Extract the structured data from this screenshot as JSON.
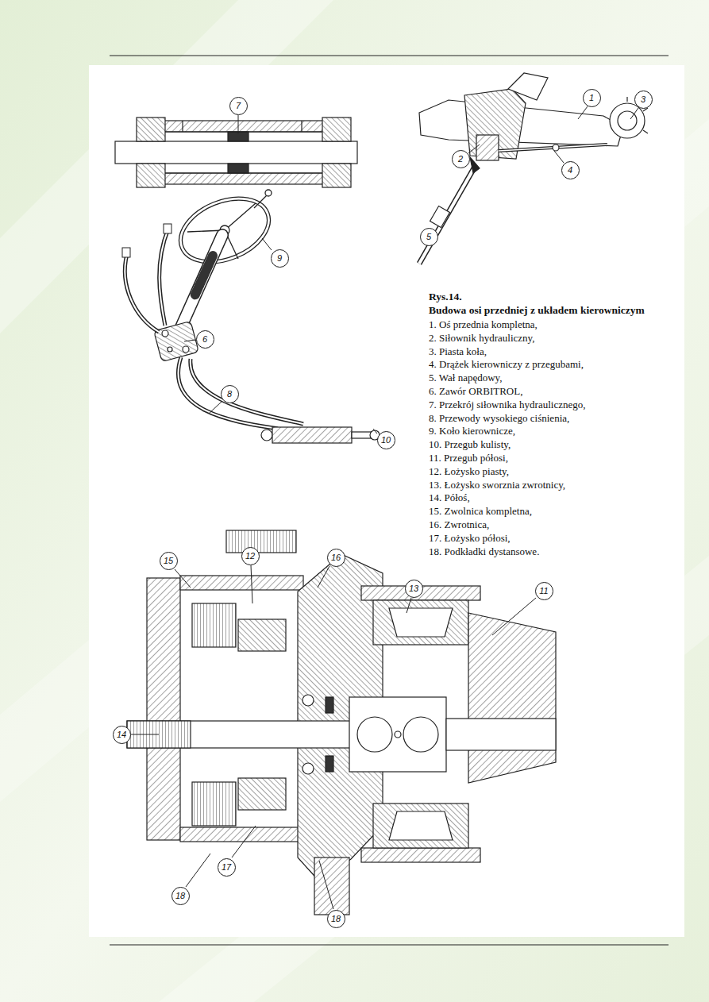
{
  "diagram": {
    "title": "Rys.14.",
    "caption": "Budowa osi przedniej z układem kierowniczym",
    "nodes": [
      {
        "text": [
          "7"
        ]
      },
      {
        "text": [
          "1"
        ]
      },
      {
        "text": [
          "3"
        ]
      },
      {
        "text": [
          "2"
        ]
      },
      {
        "text": [
          "4"
        ]
      },
      {
        "text": [
          "9"
        ]
      },
      {
        "text": [
          "5"
        ]
      },
      {
        "text": [
          "6"
        ]
      },
      {
        "text": [
          "8"
        ]
      },
      {
        "text": [
          "10"
        ]
      },
      {
        "text": [
          "15"
        ]
      },
      {
        "text": [
          "12"
        ]
      },
      {
        "text": [
          "16"
        ]
      },
      {
        "text": [
          "13"
        ]
      },
      {
        "text": [
          "11"
        ]
      },
      {
        "text": [
          "14"
        ]
      },
      {
        "text": [
          "17"
        ]
      },
      {
        "text": [
          "18"
        ]
      },
      {
        "text": [
          "18"
        ]
      }
    ],
    "labels": [
      "1. Oś przednia kompletna,",
      "2. Siłownik hydrauliczny,",
      "3. Piasta koła,",
      "4. Drążek kierowniczy z przegubami,",
      "5. Wał napędowy,",
      "6. Zawór ORBITROL,",
      "7. Przekrój siłownika hydraulicznego,",
      "8. Przewody wysokiego ciśnienia,",
      "9. Koło kierownicze,",
      "10. Przegub kulisty,",
      "11. Przegub półosi,",
      "12. Łożysko piasty,",
      "13. Łożysko sworznia zwrotnicy,",
      "14. Półoś,",
      "15. Zwolnica kompletna,",
      "16. Zwrotnica,",
      "17. Łożysko półosi,",
      "18. Podkładki dystansowe."
    ]
  }
}
